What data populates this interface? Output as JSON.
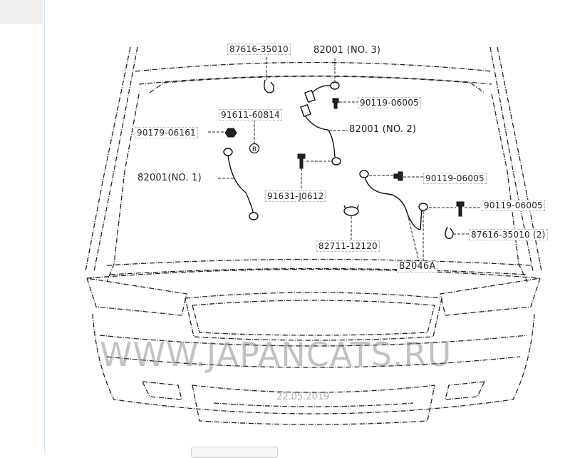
{
  "parts": {
    "p87616_35010": "87616-35010",
    "p82001_no3": "82001 (NO. 3)",
    "p90119_06005_a": "90119-06005",
    "p91611_60814": "91611-60814",
    "p90179_06161": "90179-06161",
    "p82001_no2": "82001 (NO. 2)",
    "p82001_no1": "82001(NO. 1)",
    "p91631_j0612": "91631-J0612",
    "p90119_06005_b": "90119-06005",
    "p90119_06005_c": "90119-06005",
    "p87616_35010_2": "87616-35010 (2)",
    "p82711_12120": "82711-12120",
    "p82046a": "82046A",
    "marker_b": "B"
  },
  "watermark": {
    "site": "WWW.JAPANCATS.RU",
    "date": "22.05.2019"
  }
}
